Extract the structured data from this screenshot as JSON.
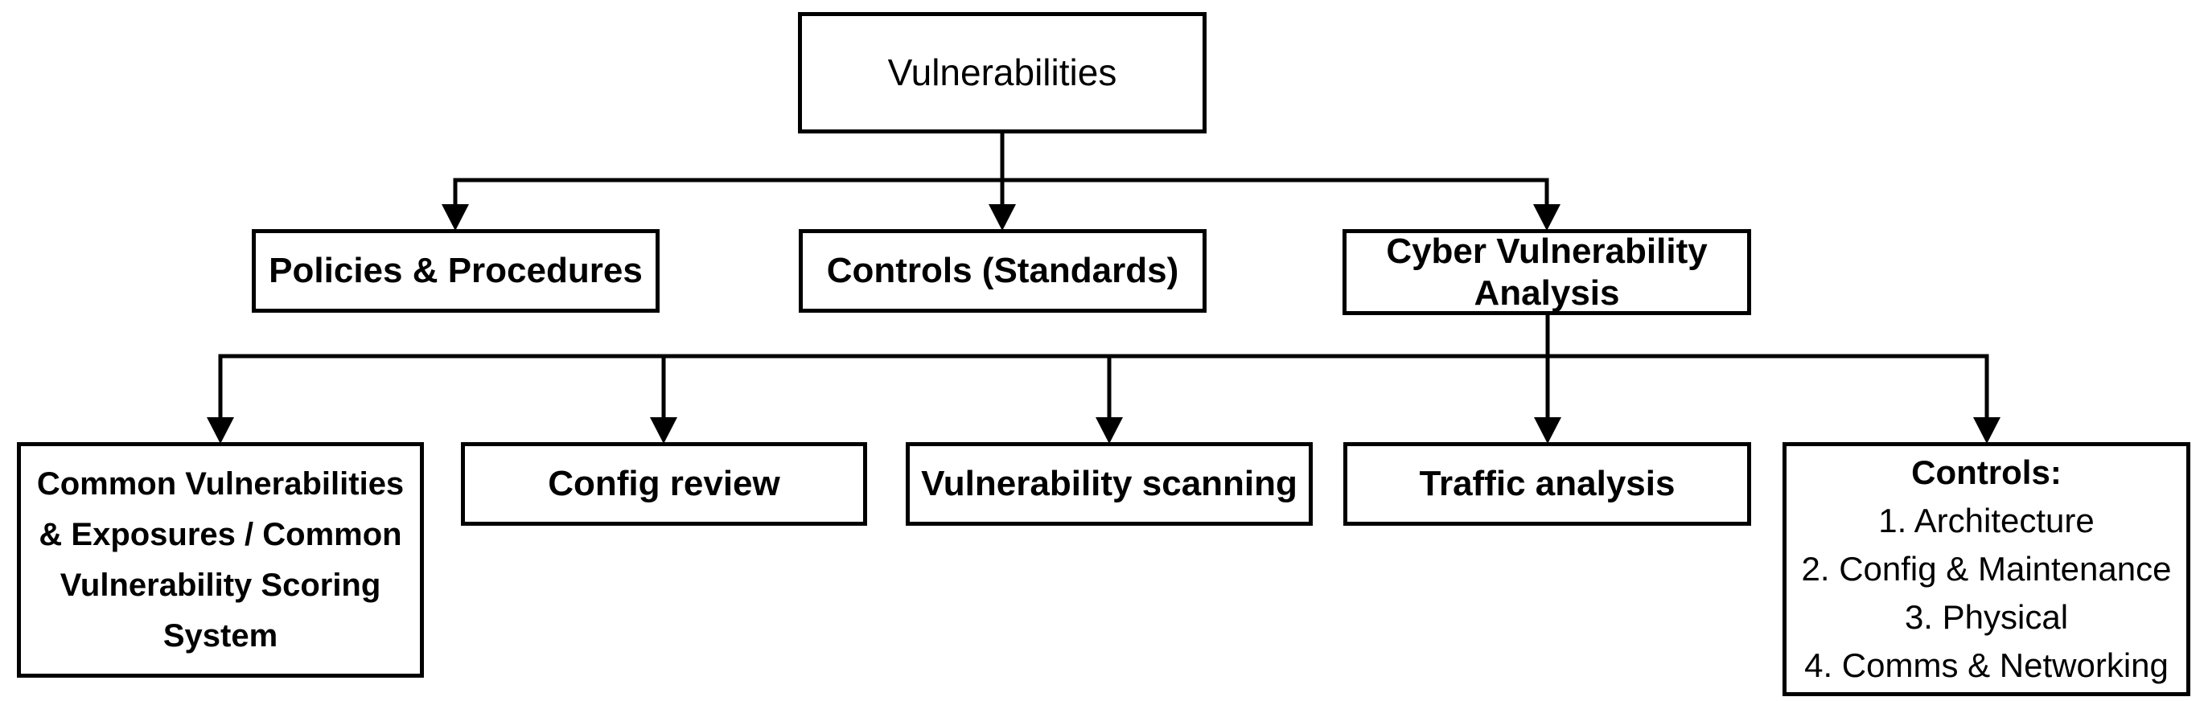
{
  "diagram": {
    "description": "Vulnerabilities breakdown flowchart",
    "colors": {
      "line": "#000000",
      "box_fill": "#ffffff",
      "background": "#ffffff",
      "text": "#000000"
    },
    "nodes": {
      "root": {
        "label": "Vulnerabilities"
      },
      "policies": {
        "label": "Policies & Procedures"
      },
      "controls_standards": {
        "label": "Controls (Standards)"
      },
      "cyber": {
        "label": "Cyber Vulnerability Analysis"
      },
      "cve_cvss": {
        "label": "Common Vulnerabilities & Exposures / Common Vulnerability Scoring System",
        "lines": [
          "Common Vulnerabilities",
          "& Exposures / Common",
          "Vulnerability Scoring",
          "System"
        ]
      },
      "config_review": {
        "label": "Config review"
      },
      "vulnerability_scanning": {
        "label": "Vulnerability scanning"
      },
      "traffic_analysis": {
        "label": "Traffic analysis"
      },
      "controls_list": {
        "title": "Controls:",
        "items": [
          "1. Architecture",
          "2. Config & Maintenance",
          "3. Physical",
          "4. Comms & Networking"
        ]
      }
    }
  }
}
